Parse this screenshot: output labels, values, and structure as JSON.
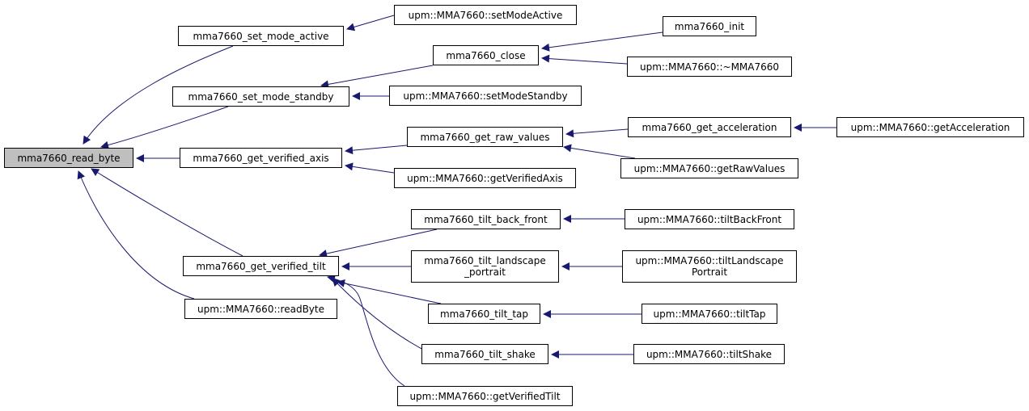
{
  "colors": {
    "edge": "#191970",
    "root_fill": "#bfbfbf",
    "node_fill": "#ffffff",
    "border": "#000000"
  },
  "nodes": {
    "read_byte": "mma7660_read_byte",
    "set_mode_active": "mma7660_set_mode_active",
    "set_mode_standby": "mma7660_set_mode_standby",
    "get_verified_axis": "mma7660_get_verified_axis",
    "get_verified_tilt": "mma7660_get_verified_tilt",
    "cpp_read_byte": "upm::MMA7660::readByte",
    "cpp_set_mode_active": "upm::MMA7660::setModeActive",
    "close": "mma7660_close",
    "cpp_set_mode_standby": "upm::MMA7660::setModeStandby",
    "get_raw_values": "mma7660_get_raw_values",
    "cpp_get_verified_axis": "upm::MMA7660::getVerifiedAxis",
    "tilt_back_front": "mma7660_tilt_back_front",
    "tilt_landscape_portrait": "mma7660_tilt_landscape\n_portrait",
    "tilt_tap": "mma7660_tilt_tap",
    "tilt_shake": "mma7660_tilt_shake",
    "cpp_get_verified_tilt": "upm::MMA7660::getVerifiedTilt",
    "init": "mma7660_init",
    "cpp_destructor": "upm::MMA7660::~MMA7660",
    "get_acceleration": "mma7660_get_acceleration",
    "cpp_get_raw_values": "upm::MMA7660::getRawValues",
    "cpp_get_acceleration": "upm::MMA7660::getAcceleration",
    "cpp_tilt_back_front": "upm::MMA7660::tiltBackFront",
    "cpp_tilt_landscape_portrait": "upm::MMA7660::tiltLandscape\nPortrait",
    "cpp_tilt_tap": "upm::MMA7660::tiltTap",
    "cpp_tilt_shake": "upm::MMA7660::tiltShake"
  }
}
